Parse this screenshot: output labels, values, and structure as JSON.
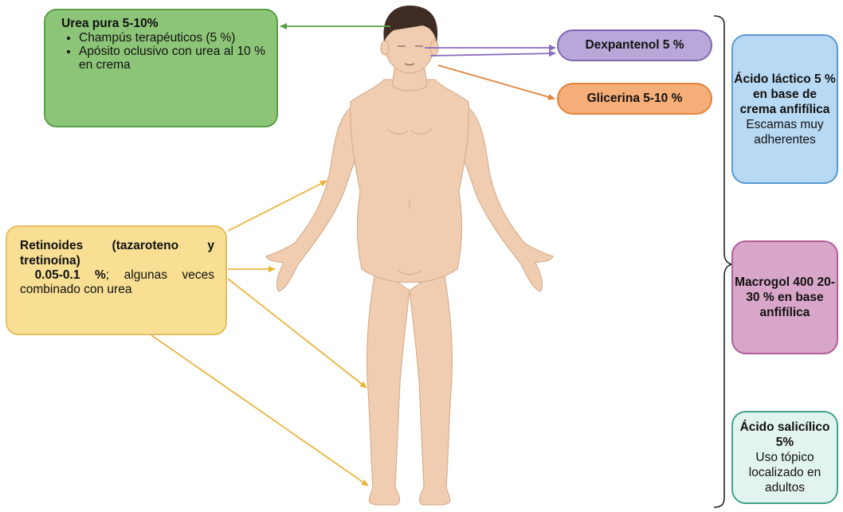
{
  "urea": {
    "title": "Urea pura 5-10%",
    "items": [
      "Champús terapéuticos (5 %)",
      "Apósito oclusivo con urea al 10 % en crema"
    ]
  },
  "retinoides": {
    "title": "Retinoides (tazaroteno y tretinoína)",
    "conc": "0.05-0.1 %",
    "body": "; algunas veces combinado con urea"
  },
  "dexpantenol": {
    "label": "Dexpantenol 5 %"
  },
  "glicerina": {
    "label": "Glicerina 5-10 %"
  },
  "acido_lactico": {
    "title": "Ácido láctico 5 % en base de crema anfifílica",
    "body": "Escamas muy adherentes"
  },
  "macrogol": {
    "title": "Macrogol 400 20-30 % en base anfifílica"
  },
  "acido_salicilico": {
    "title": "Ácido salicílico 5%",
    "body": "Uso tópico localizado en adultos"
  },
  "colors": {
    "urea_fill": "#8cc577",
    "retinoides_fill": "#f8df94",
    "dexpantenol_fill": "#b9a7d9",
    "glicerina_fill": "#f5ae77",
    "lactico_fill": "#b8d9f3",
    "macrogol_fill": "#d8a6c9",
    "salicilico_fill": "#e2f4ef",
    "skin": "#f0cdb1",
    "hair": "#3e2c25"
  }
}
